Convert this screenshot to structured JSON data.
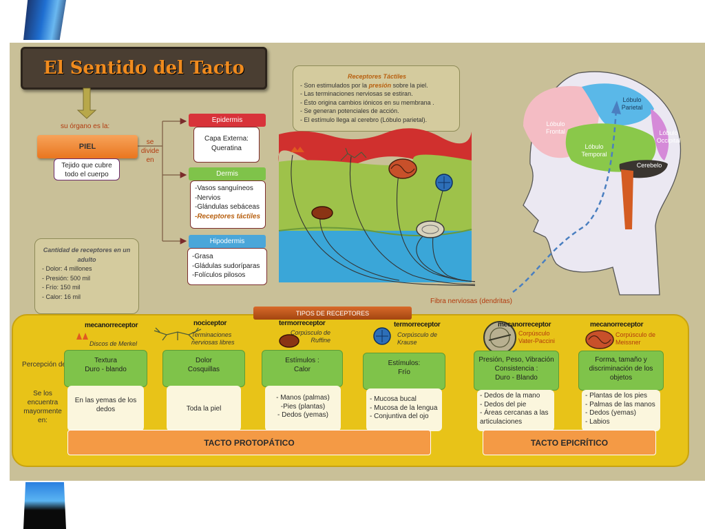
{
  "title": "El Sentido del Tacto",
  "organ": {
    "connector": "su órgano es la:",
    "name": "PIEL",
    "description": "Tejido que cubre todo el cuerpo",
    "divides": "se divide en"
  },
  "layers": [
    {
      "name": "Epidermis",
      "items": [
        "Capa Externa:",
        "Queratina"
      ],
      "color": "#d8333a"
    },
    {
      "name": "Dermis",
      "items": [
        "-Vasos sanguíneos",
        "-Nervios",
        "-Glándulas sebáceas",
        "-Receptores táctiles"
      ],
      "color": "#7fc34a"
    },
    {
      "name": "Hipodermis",
      "items": [
        "-Grasa",
        "-Gládulas sudoríparas",
        "-Folículos pilosos"
      ],
      "color": "#4aa6d9"
    }
  ],
  "receptor_counts": {
    "title": "Cantidad de receptores en un adulto",
    "items": [
      "- Dolor: 4 millones",
      "- Presión: 500 mil",
      "- Frío: 150  mil",
      "- Calor: 16 mil"
    ]
  },
  "tactile_receptors": {
    "title": "Receptores  Táctiles",
    "line1_pre": "- Son estimulados por la ",
    "line1_em": "presión",
    "line1_post": " sobre la piel.",
    "lines": [
      "-  Las terminaciones nerviosas se estiran.",
      "- Ésto origina cambios iónicos en su membrana .",
      "- Se generan potenciales de acción.",
      "- El estímulo llega al cerebro (Lóbulo parietal)."
    ]
  },
  "fiber_label": "Fibra nerviosas  (dendritas)",
  "brain": {
    "frontal": "Lóbulo Frontal",
    "parietal": "Lóbulo Parietal",
    "occipital": "Lóbulo Occipital",
    "temporal": "Lóbulo Temporal",
    "cerebellum": "Cerebelo"
  },
  "types_header": "TIPOS DE RECEPTORES",
  "row_labels": {
    "perception": "Percepción de",
    "location": "Se los encuentra mayormente en:"
  },
  "receptors": [
    {
      "type": "mecanorreceptor",
      "name": "Discos de Merkel",
      "perception": [
        "Textura",
        "Duro - blando"
      ],
      "location": [
        "En las yemas de los",
        "dedos"
      ]
    },
    {
      "type": "nociceptor",
      "name": "Terminaciones nerviosas libres",
      "perception": [
        "Dolor",
        "Cosquillas"
      ],
      "location": [
        "Toda la piel"
      ]
    },
    {
      "type": "termorreceptor",
      "name": "Corpúsculo de Ruffine",
      "perception": [
        "Estímulos :",
        "Calor"
      ],
      "location": [
        "- Manos (palmas)",
        "-Pies (plantas)",
        "- Dedos (yemas)"
      ]
    },
    {
      "type": "termorreceptor",
      "name": "Corpúsculo de Krause",
      "perception": [
        "Estímulos:",
        "Frío"
      ],
      "location": [
        "- Mucosa bucal",
        "- Mucosa de la lengua",
        "- Conjuntiva del ojo"
      ]
    },
    {
      "type": "mecanorreceptor",
      "name": "Corpúsculo Vater-Paccini",
      "perception": [
        "Presión, Peso, Vibración",
        "Consistencia :",
        "Duro  -  Blando"
      ],
      "location": [
        "- Dedos de la mano",
        "- Dedos del pie",
        "- Áreas cercanas a las",
        "articulaciones"
      ]
    },
    {
      "type": "mecanorreceptor",
      "name": "Corpúsculo de Meissner",
      "perception": [
        "Forma, tamaño y",
        "discriminación de los",
        "objetos"
      ],
      "location": [
        "- Plantas de los pies",
        "- Palmas de las manos",
        "- Dedos (yemas)",
        "- Labios"
      ]
    }
  ],
  "touch": {
    "protopathic": "TACTO PROTOPÁTICO",
    "epicritic": "TACTO EPICRÍTICO"
  }
}
